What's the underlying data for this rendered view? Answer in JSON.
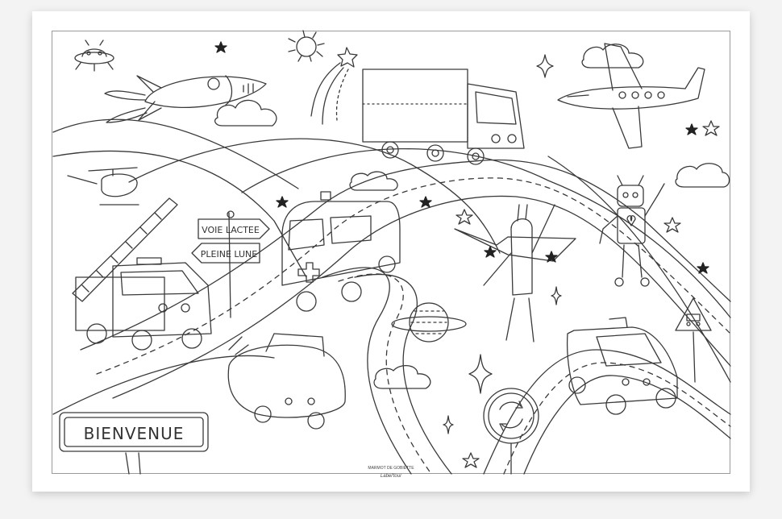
{
  "signs": {
    "voie_lactee": "VOIE LACTEE",
    "pleine_lune": "PLEINE LUNE",
    "bienvenue": "BIENVENUE"
  },
  "brand": {
    "top_line": "MARMOT DE GOBIETTE",
    "logo": "Label'tour"
  },
  "colors": {
    "line": "#3a3a3a",
    "paper": "#ffffff",
    "background": "#f3f3f3"
  }
}
